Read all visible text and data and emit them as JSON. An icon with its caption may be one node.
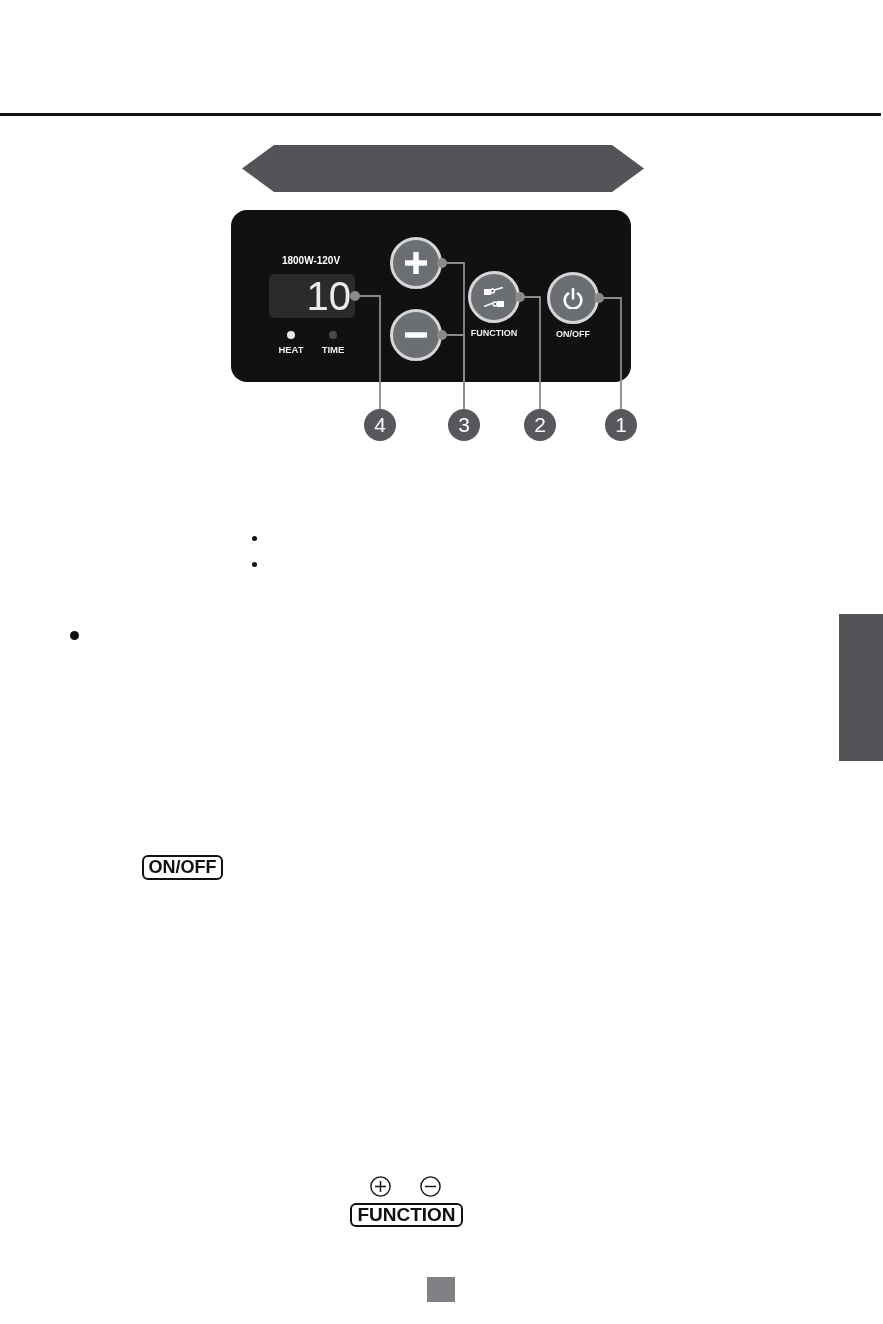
{
  "diagram": {
    "nodes": [
      {
        "text": [],
        "shape": "banner"
      },
      {
        "text": [],
        "shape": "box"
      },
      {
        "text": [
          "10"
        ],
        "in": 1
      },
      {
        "text": [],
        "shape": "circle",
        "in": 1
      },
      {
        "text": [],
        "shape": "circle",
        "in": 1
      },
      {
        "text": [],
        "shape": "circle",
        "in": 1,
        "beside": [
          "FUNCTION"
        ]
      },
      {
        "text": [],
        "shape": "circle",
        "in": 1,
        "beside": [
          "ON/OFF"
        ]
      },
      {
        "text": [
          "4"
        ]
      },
      {
        "text": [
          "3"
        ]
      },
      {
        "text": [
          "2"
        ]
      },
      {
        "text": [
          "1"
        ]
      },
      {
        "text": [],
        "shape": "box"
      },
      {
        "text": [
          "ON/OFF"
        ]
      },
      {
        "text": [
          "FUNCTION"
        ]
      },
      {
        "text": [],
        "shape": "box"
      }
    ],
    "edges": [
      {
        "from": 10,
        "to": 6,
        "arrow": "other"
      },
      {
        "from": 9,
        "to": 5,
        "arrow": "other"
      },
      {
        "from": 8,
        "to": 3,
        "arrow": "other"
      },
      {
        "from": 8,
        "to": 4,
        "arrow": "other"
      },
      {
        "from": 7,
        "to": 2,
        "arrow": "other"
      }
    ],
    "labels": [
      "1800W-120V",
      "HEAT",
      "TIME"
    ]
  }
}
